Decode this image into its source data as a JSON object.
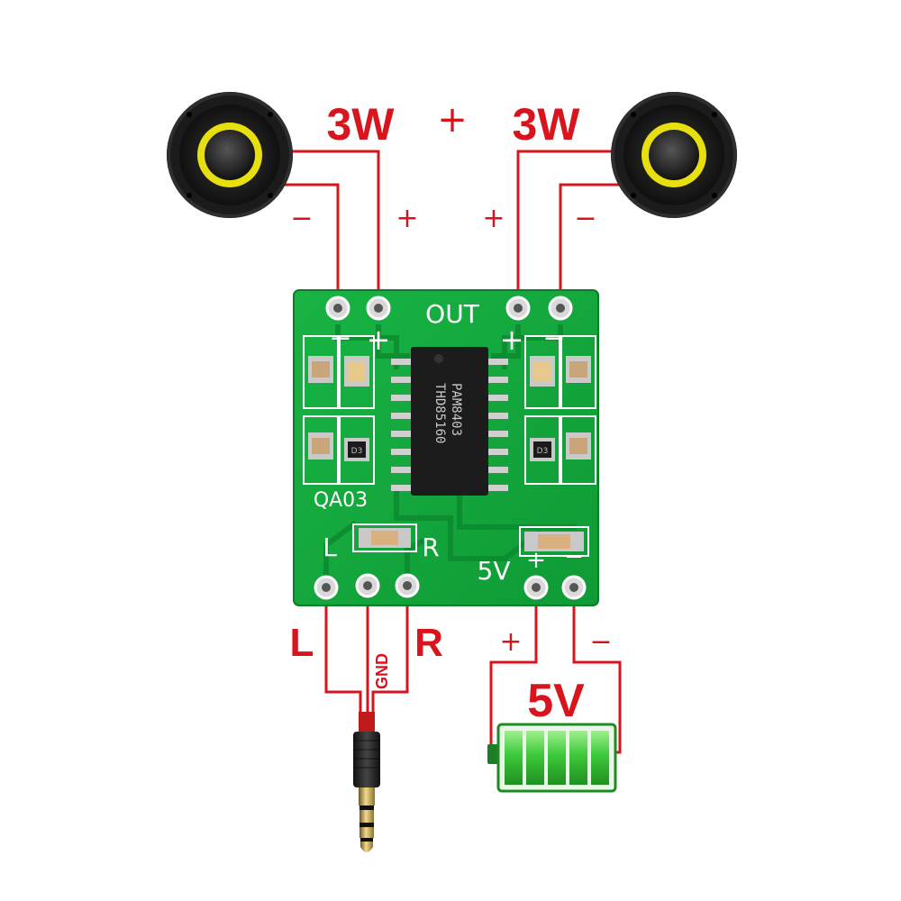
{
  "colors": {
    "wire": "#d8141c",
    "pcb": "#12a33a",
    "pcb_dark": "#0c7f2a",
    "battery_green": "#39c23a"
  },
  "labels": {
    "left_speaker_power": "3W",
    "right_speaker_power": "3W",
    "top_center_plus": "+",
    "left_minus": "−",
    "left_plus": "+",
    "right_plus": "+",
    "right_minus": "−",
    "input_left": "L",
    "input_gnd": "GND",
    "input_right": "R",
    "battery_voltage": "5V",
    "battery_plus": "+",
    "battery_minus": "−"
  },
  "board": {
    "out_label": "OUT",
    "out_left_minus": "−",
    "out_left_plus": "+",
    "out_right_plus": "+",
    "out_right_minus": "−",
    "model": "QA03",
    "in_left": "L",
    "in_right": "R",
    "power_label": "5V",
    "power_plus": "+",
    "power_minus": "−",
    "chip_line1": "PAM8403",
    "chip_line2": "THD85160",
    "diode_left": "D3",
    "diode_right": "D3"
  },
  "icons": {
    "speakers": "speaker-icon",
    "jack": "audio-jack-icon",
    "battery": "battery-icon"
  }
}
